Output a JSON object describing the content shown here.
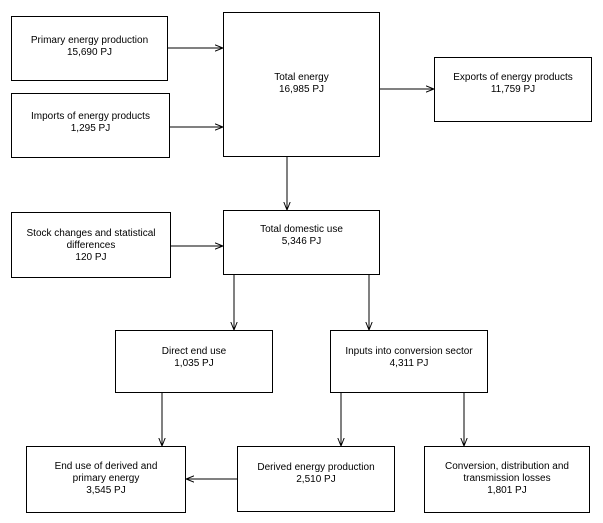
{
  "nodes": {
    "primary": {
      "label": "Primary energy production",
      "value": "15,690 PJ"
    },
    "imports": {
      "label": "Imports of energy products",
      "value": "1,295 PJ"
    },
    "total": {
      "label": "Total energy",
      "value": "16,985 PJ"
    },
    "exports": {
      "label": "Exports of energy products",
      "value": "11,759 PJ"
    },
    "stock": {
      "label": "Stock changes and statistical\ndifferences",
      "value": "120 PJ"
    },
    "domestic": {
      "label": "Total domestic use",
      "value": "5,346 PJ"
    },
    "direct": {
      "label": "Direct end use",
      "value": "1,035 PJ"
    },
    "inputs": {
      "label": "Inputs into conversion sector",
      "value": "4,311 PJ"
    },
    "enduse": {
      "label": "End use of derived and\nprimary energy",
      "value": "3,545 PJ"
    },
    "derived": {
      "label": "Derived energy production",
      "value": "2,510 PJ"
    },
    "losses": {
      "label": "Conversion, distribution and\ntransmission losses",
      "value": "1,801 PJ"
    }
  }
}
